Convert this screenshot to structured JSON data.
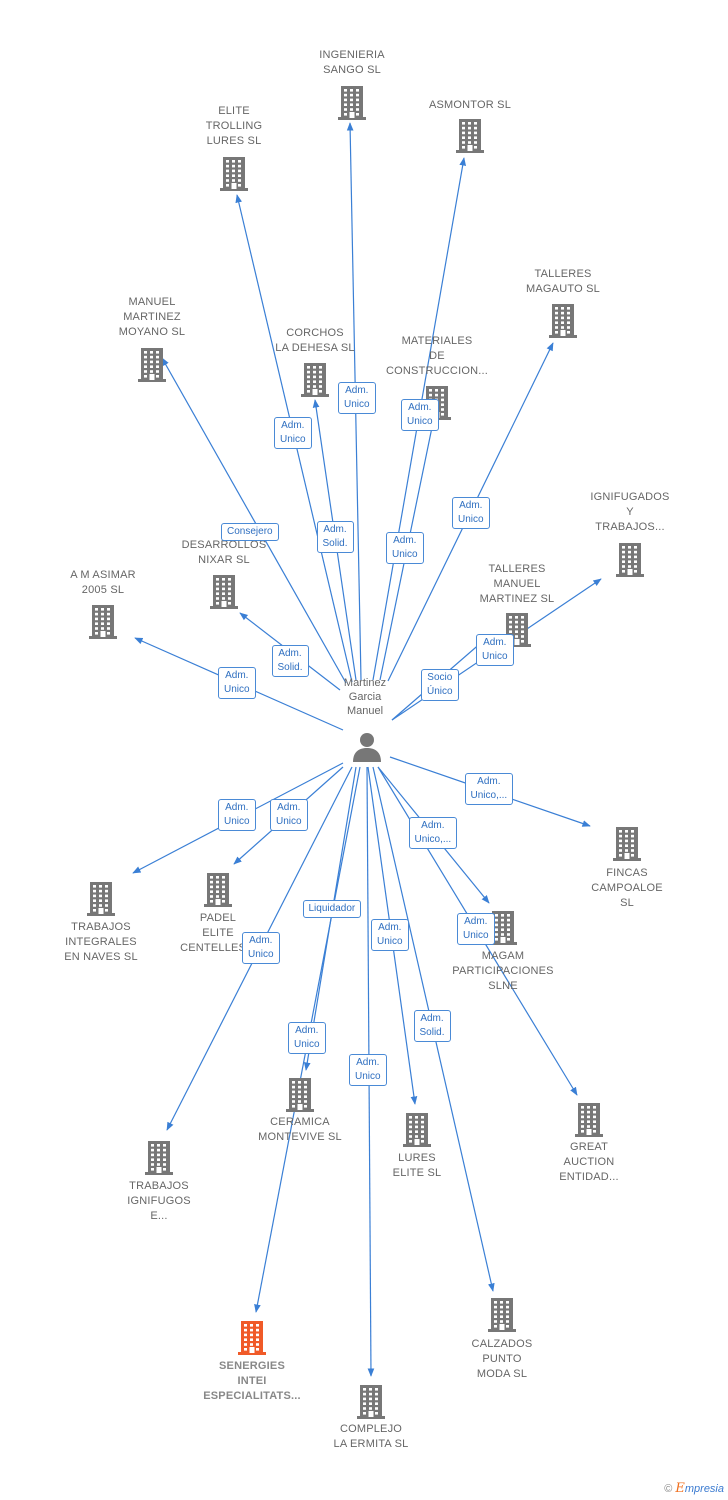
{
  "center": {
    "name": [
      "Martinez",
      "Garcia",
      "Manuel"
    ]
  },
  "colors": {
    "edge": "#3a7fd5",
    "building": "#777777",
    "highlight": "#f05a28",
    "roleText": "#2f6fc0"
  },
  "nodes": [
    {
      "id": "ingenieria",
      "label": [
        "INGENIERIA",
        "SANGO SL"
      ],
      "hl": false
    },
    {
      "id": "elite-trolling",
      "label": [
        "ELITE",
        "TROLLING",
        "LURES  SL"
      ],
      "hl": false
    },
    {
      "id": "asmontor",
      "label": [
        "ASMONTOR  SL"
      ],
      "hl": false
    },
    {
      "id": "talleres-magauto",
      "label": [
        "TALLERES",
        "MAGAUTO  SL"
      ],
      "hl": false
    },
    {
      "id": "manuel-martinez",
      "label": [
        "MANUEL",
        "MARTINEZ",
        "MOYANO  SL"
      ],
      "hl": false
    },
    {
      "id": "corchos",
      "label": [
        "CORCHOS",
        "LA DEHESA SL"
      ],
      "hl": false
    },
    {
      "id": "materiales",
      "label": [
        "MATERIALES",
        "DE",
        "CONSTRUCCION..."
      ],
      "hl": false
    },
    {
      "id": "ignifugados",
      "label": [
        "IGNIFUGADOS",
        "Y",
        "TRABAJOS..."
      ],
      "hl": false
    },
    {
      "id": "desarrollos",
      "label": [
        "DESARROLLOS",
        "NIXAR  SL"
      ],
      "hl": false
    },
    {
      "id": "asimar",
      "label": [
        "A M ASIMAR",
        "2005  SL"
      ],
      "hl": false
    },
    {
      "id": "talleres-mm",
      "label": [
        "TALLERES",
        "MANUEL",
        "MARTINEZ  SL"
      ],
      "hl": false
    },
    {
      "id": "fincas",
      "label": [
        "FINCAS",
        "CAMPOALOE",
        "SL"
      ],
      "hl": false
    },
    {
      "id": "trabajos-integrales",
      "label": [
        "TRABAJOS",
        "INTEGRALES",
        "EN NAVES SL"
      ],
      "hl": false
    },
    {
      "id": "padel",
      "label": [
        "PADEL",
        "ELITE",
        "CENTELLES..."
      ],
      "hl": false
    },
    {
      "id": "magam",
      "label": [
        "MAGAM",
        "PARTICIPACIONES",
        "SLNE"
      ],
      "hl": false
    },
    {
      "id": "ceramica",
      "label": [
        "CERAMICA",
        "MONTEVIVE SL"
      ],
      "hl": false
    },
    {
      "id": "great-auction",
      "label": [
        "GREAT",
        "AUCTION",
        "ENTIDAD..."
      ],
      "hl": false
    },
    {
      "id": "lures-elite",
      "label": [
        "LURES",
        "ELITE  SL"
      ],
      "hl": false
    },
    {
      "id": "trabajos-ignifugos",
      "label": [
        "TRABAJOS",
        "IGNIFUGOS",
        "E..."
      ],
      "hl": false
    },
    {
      "id": "calzados",
      "label": [
        "CALZADOS",
        "PUNTO",
        "MODA  SL"
      ],
      "hl": false
    },
    {
      "id": "senergies",
      "label": [
        "SENERGIES",
        "INTEI",
        "ESPECIALITATS..."
      ],
      "hl": true
    },
    {
      "id": "complejo",
      "label": [
        "COMPLEJO",
        "LA ERMITA  SL"
      ],
      "hl": false
    }
  ],
  "roles": [
    {
      "id": "r-ingenieria",
      "text": [
        "Adm.",
        "Unico"
      ]
    },
    {
      "id": "r-elite",
      "text": [
        "Adm.",
        "Unico"
      ]
    },
    {
      "id": "r-asmontor",
      "text": [
        "Adm.",
        "Unico"
      ]
    },
    {
      "id": "r-magauto",
      "text": [
        "Adm.",
        "Unico"
      ]
    },
    {
      "id": "r-mmoyano",
      "text": [
        "Consejero"
      ]
    },
    {
      "id": "r-corchos",
      "text": [
        "Adm.",
        "Solid."
      ]
    },
    {
      "id": "r-materiales",
      "text": [
        "Adm.",
        "Unico"
      ]
    },
    {
      "id": "r-desarrollos",
      "text": [
        "Adm.",
        "Solid."
      ]
    },
    {
      "id": "r-asimar",
      "text": [
        "Adm.",
        "Unico"
      ]
    },
    {
      "id": "r-ignifugados",
      "text": [
        "Socio",
        "Único"
      ]
    },
    {
      "id": "r-tmm",
      "text": [
        "Adm.",
        "Unico"
      ]
    },
    {
      "id": "r-fincas",
      "text": [
        "Adm.",
        "Unico,..."
      ]
    },
    {
      "id": "r-magam",
      "text": [
        "Adm.",
        "Unico,..."
      ]
    },
    {
      "id": "r-trabint",
      "text": [
        "Adm.",
        "Unico"
      ]
    },
    {
      "id": "r-padel",
      "text": [
        "Adm.",
        "Unico"
      ]
    },
    {
      "id": "r-great",
      "text": [
        "Adm.",
        "Unico"
      ]
    },
    {
      "id": "r-senergies",
      "text": [
        "Liquidador"
      ]
    },
    {
      "id": "r-lures",
      "text": [
        "Adm.",
        "Unico"
      ]
    },
    {
      "id": "r-trabign",
      "text": [
        "Adm.",
        "Unico"
      ]
    },
    {
      "id": "r-calzados",
      "text": [
        "Adm.",
        "Solid."
      ]
    },
    {
      "id": "r-ceramica",
      "text": [
        "Adm.",
        "Unico"
      ]
    },
    {
      "id": "r-complejo",
      "text": [
        "Adm.",
        "Unico"
      ]
    }
  ],
  "copyright": {
    "symbol": "©",
    "brand_e": "E",
    "brand_rest": "mpresia"
  }
}
